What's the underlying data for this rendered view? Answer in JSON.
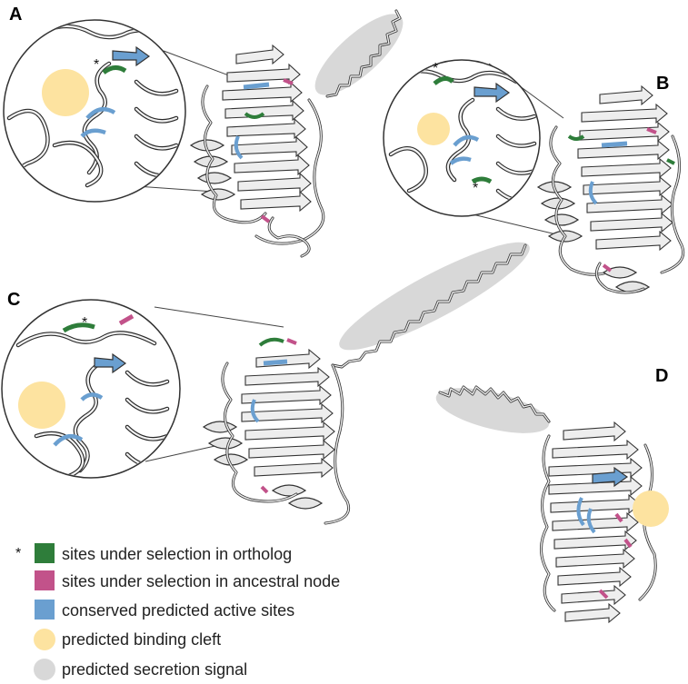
{
  "panels": [
    {
      "id": "A",
      "label": "A"
    },
    {
      "id": "B",
      "label": "B"
    },
    {
      "id": "C",
      "label": "C"
    },
    {
      "id": "D",
      "label": "D"
    }
  ],
  "asterisk": "*",
  "legend": [
    {
      "key": "ortholog",
      "marker": "*",
      "label": "sites under selection in ortholog",
      "color": "#2e7d3a",
      "shape": "square"
    },
    {
      "key": "ancestral",
      "label": "sites under selection in ancestral node",
      "color": "#c2528a",
      "shape": "square"
    },
    {
      "key": "active",
      "label": "conserved predicted active sites",
      "color": "#6a9fd0",
      "shape": "square"
    },
    {
      "key": "cleft",
      "label": "predicted binding cleft",
      "color": "#fde3a0",
      "shape": "circle"
    },
    {
      "key": "secretion",
      "label": "predicted secretion signal",
      "color": "#d8d8d8",
      "shape": "circle"
    }
  ],
  "colors": {
    "selection_ortholog": "#2e7d3a",
    "selection_ancestral": "#c2528a",
    "active_site": "#6a9fd0",
    "binding_cleft": "#fde3a0",
    "secretion_signal": "#d8d8d8",
    "outline": "#333333"
  }
}
